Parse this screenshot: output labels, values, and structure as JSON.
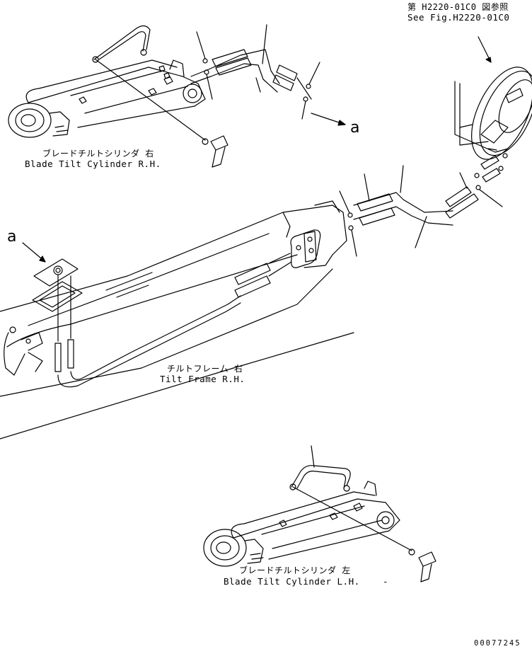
{
  "reference": {
    "jp": "第 H2220-01C0 図参照",
    "en": "See Fig.H2220-01C0"
  },
  "labels": {
    "cyl_rh_jp": "ブレードチルトシリンダ 右",
    "cyl_rh_en": "Blade Tilt Cylinder R.H.",
    "frame_jp": "チルトフレーム 右",
    "frame_en": "Tilt Frame R.H.",
    "cyl_lh_jp": "ブレードチルトシリンダ 左",
    "cyl_lh_en": "Blade Tilt Cylinder L.H.",
    "dash": "-"
  },
  "callouts": {
    "a_upper": "a",
    "a_left": "a"
  },
  "drawing_number": "00077245"
}
